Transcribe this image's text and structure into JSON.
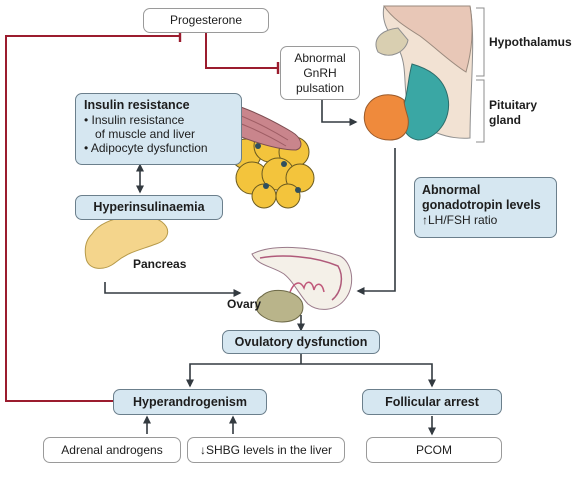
{
  "nodes": {
    "progesterone": "Progesterone",
    "gnrh": [
      "Abnormal",
      "GnRH",
      "pulsation"
    ],
    "hypothalamus": "Hypothalamus",
    "pituitary": [
      "Pituitary",
      "gland"
    ],
    "insulin_resistance": {
      "title": "Insulin resistance",
      "items": [
        "• Insulin resistance",
        "of muscle and liver",
        "• Adipocyte dysfunction"
      ]
    },
    "hyperinsulinaemia": "Hyperinsulinaemia",
    "pancreas": "Pancreas",
    "gonadotropin": [
      "Abnormal",
      "gonadotropin levels",
      "↑LH/FSH ratio"
    ],
    "ovary": "Ovary",
    "ovulatory_dysfunction": "Ovulatory dysfunction",
    "hyperandrogenism": "Hyperandrogenism",
    "follicular_arrest": "Follicular arrest",
    "adrenal_androgens": "Adrenal androgens",
    "shbg": "↓SHBG levels in the liver",
    "pcom": "PCOM"
  },
  "colors": {
    "arrow": "#333a40",
    "inhibition": "#9b1c2e",
    "box_fill": "#d6e7f1",
    "hypothalamus": "#e8d3c0",
    "pituitary_anterior": "#ef8a3c",
    "pituitary_posterior": "#3aa7a4",
    "muscle": "#c9858c",
    "fat": "#f3c43c",
    "pancreas": "#f4d58c",
    "ovary": "#b9b48a"
  }
}
